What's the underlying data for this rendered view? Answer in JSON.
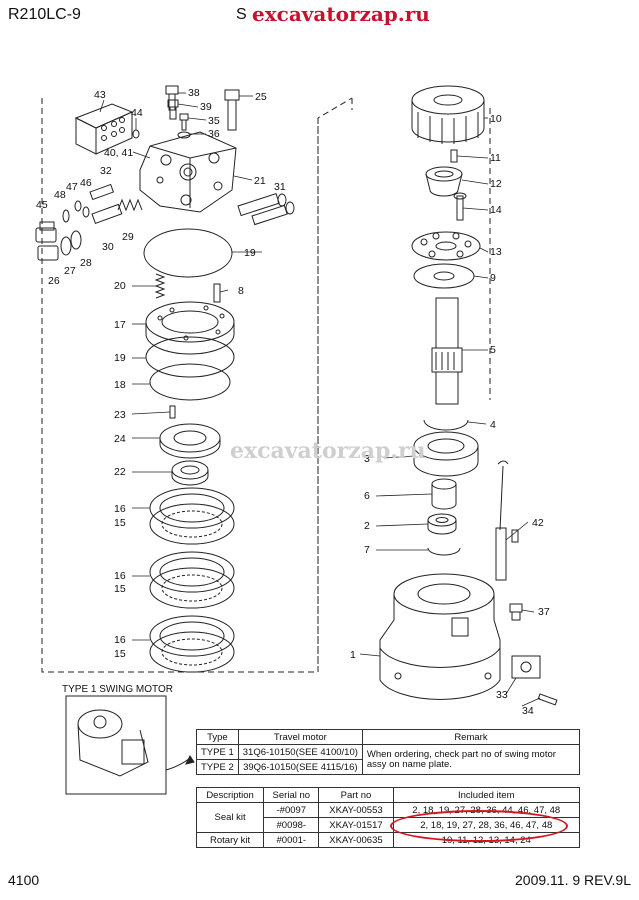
{
  "header": {
    "model": "R210LC-9",
    "title_left": "S",
    "title_right": ")",
    "brand": "excavatorzap.ru"
  },
  "watermark": "excavatorzap.ru",
  "footer": {
    "page": "4100",
    "date": "2009.11. 9  REV.9L"
  },
  "inset_label": "TYPE 1 SWING MOTOR",
  "callouts": [
    "43",
    "44",
    "38",
    "39",
    "35",
    "36",
    "25",
    "40, 41",
    "32",
    "47",
    "46",
    "48",
    "45",
    "26",
    "27",
    "28",
    "30",
    "29",
    "21",
    "31",
    "19",
    "20",
    "8",
    "17",
    "19",
    "18",
    "23",
    "24",
    "22",
    "16",
    "15",
    "16",
    "15",
    "16",
    "15",
    "10",
    "11",
    "12",
    "14",
    "13",
    "9",
    "5",
    "4",
    "3",
    "6",
    "2",
    "42",
    "7",
    "37",
    "1",
    "33",
    "34"
  ],
  "travel_table": {
    "headers": [
      "Type",
      "Travel motor",
      "Remark"
    ],
    "rows": [
      [
        "TYPE 1",
        "31Q6-10150(SEE 4100/10)"
      ],
      [
        "TYPE 2",
        "39Q6-10150(SEE 4115/16)"
      ]
    ],
    "remark": "When ordering, check part no of swing motor assy on name plate."
  },
  "kit_table": {
    "headers": [
      "Description",
      "Serial no",
      "Part no",
      "Included item"
    ],
    "seal_kit_label": "Seal kit",
    "rows": [
      {
        "serial": "-#0097",
        "part": "XKAY-00553",
        "items": "2, 18, 19, 27, 28, 36, 44, 46, 47, 48"
      },
      {
        "serial": "#0098-",
        "part": "XKAY-01517",
        "items": "2, 18, 19, 27, 28, 36, 46, 47, 48"
      }
    ],
    "rotary": {
      "desc": "Rotary kit",
      "serial": "#0001-",
      "part": "XKAY-00635",
      "items": "10, 11, 12, 13, 14, 24"
    }
  },
  "colors": {
    "brand": "#c8102e",
    "highlight": "#d4141e"
  }
}
